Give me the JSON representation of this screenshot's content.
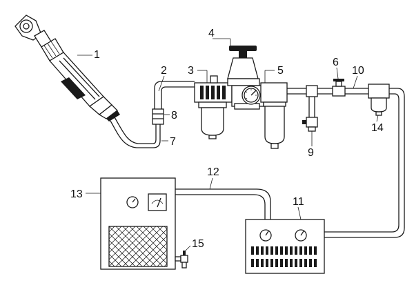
{
  "labels": {
    "l1": "1",
    "l2": "2",
    "l3": "3",
    "l4": "4",
    "l5": "5",
    "l6": "6",
    "l7": "7",
    "l8": "8",
    "l9": "9",
    "l10": "10",
    "l11": "11",
    "l12": "12",
    "l13": "13",
    "l14": "14",
    "l15": "15"
  },
  "colors": {
    "line": "#1a1a1a",
    "background": "#ffffff"
  }
}
